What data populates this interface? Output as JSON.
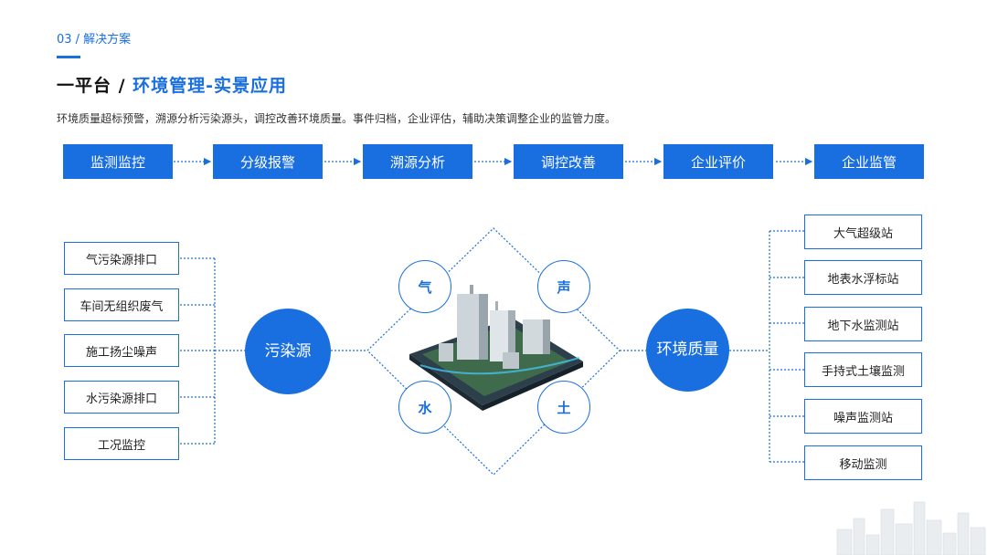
{
  "header": {
    "section": "03 / 解决方案",
    "title_prefix": "一平台 / ",
    "title_highlight": "环境管理-实景应用",
    "subtitle": "环境质量超标预警，溯源分析污染源头，调控改善环境质量。事件归档，企业评估，辅助决策调整企业的监管力度。"
  },
  "flow_steps": [
    "监测监控",
    "分级报警",
    "溯源分析",
    "调控改善",
    "企业评价",
    "企业监管"
  ],
  "left_sources": [
    "气污染源排口",
    "车间无组织废气",
    "施工扬尘噪声",
    "水污染源排口",
    "工况监控"
  ],
  "left_hub": "污染源",
  "elements": [
    "气",
    "声",
    "水",
    "土"
  ],
  "right_hub_line1": "环境",
  "right_hub_line2": "质量",
  "right_stations": [
    "大气超级站",
    "地表水浮标站",
    "地下水监测站",
    "手持式土壤监测",
    "噪声监测站",
    "移动监测"
  ],
  "colors": {
    "accent": "#1a6fe0",
    "text": "#222222"
  }
}
